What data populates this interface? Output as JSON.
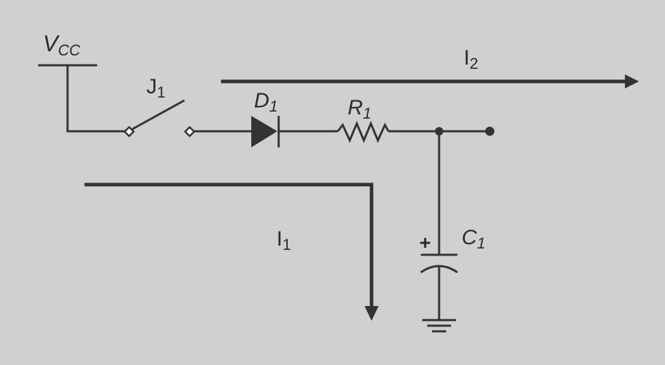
{
  "colors": {
    "background": "#d0d0d0",
    "stroke": "#333333"
  },
  "labels": {
    "vcc": {
      "main": "V",
      "sub": "CC"
    },
    "switch": {
      "main": "J",
      "sub": "1"
    },
    "diode": {
      "main": "D",
      "sub": "1"
    },
    "resistor": {
      "main": "R",
      "sub": "1"
    },
    "capacitor": {
      "main": "C",
      "sub": "1"
    },
    "capacitor_polarity": "+",
    "current_1": {
      "main": "I",
      "sub": "1"
    },
    "current_2": {
      "main": "I",
      "sub": "2"
    }
  }
}
